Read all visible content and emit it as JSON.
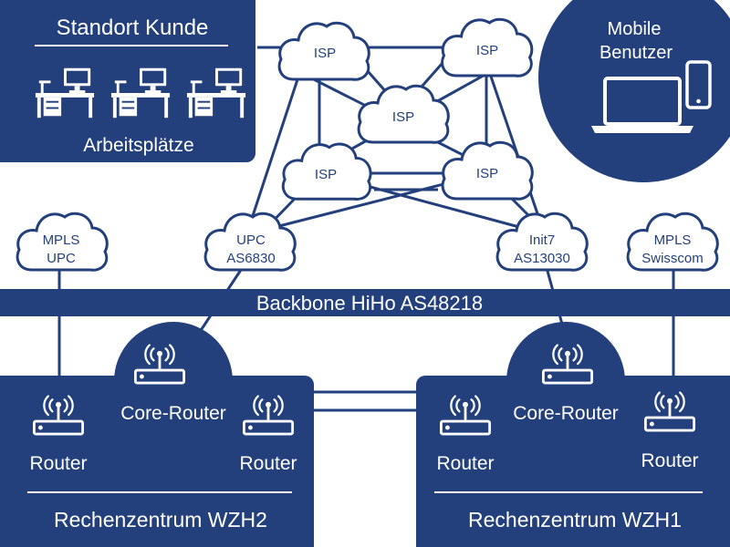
{
  "customer_site": {
    "title": "Standort Kunde",
    "caption": "Arbeitsplätze",
    "workstations": 3
  },
  "mobile_users": {
    "line1": "Mobile",
    "line2": "Benutzer"
  },
  "clouds": {
    "isp_top_left": "ISP",
    "isp_top_right": "ISP",
    "isp_middle": "ISP",
    "isp_lower_left": "ISP",
    "isp_lower_right": "ISP",
    "upc": [
      "UPC",
      "AS6830"
    ],
    "init7": [
      "Init7",
      "AS13030"
    ],
    "mpls_upc": [
      "MPLS",
      "UPC"
    ],
    "mpls_swisscom": [
      "MPLS",
      "Swisscom"
    ]
  },
  "backbone": {
    "label": "Backbone HiHo AS48218"
  },
  "datacenter_wzh2": {
    "name": "Rechenzentrum WZH2",
    "core_router": "Core-Router",
    "router_left": "Router",
    "router_right": "Router"
  },
  "datacenter_wzh1": {
    "name": "Rechenzentrum WZH1",
    "core_router": "Core-Router",
    "router_left": "Router",
    "router_right": "Router"
  },
  "colors": {
    "primary": "#233f7c",
    "background": "#ffffff"
  }
}
